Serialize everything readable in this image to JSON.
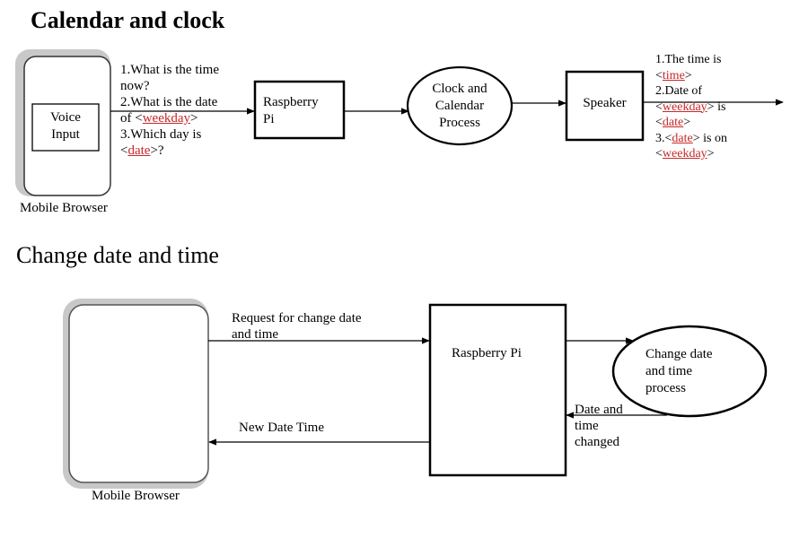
{
  "section1": {
    "title": "Calendar and clock",
    "device_caption": "Mobile Browser",
    "voice_input": [
      "Voice",
      "Input"
    ],
    "questions": [
      "1.What is the time",
      "now?",
      "2.What is the date",
      "of <",
      "weekday",
      ">",
      "3.Which day is",
      "<",
      "date",
      ">?"
    ],
    "raspberry": [
      "Raspberry",
      "Pi"
    ],
    "process": [
      "Clock and",
      "Calendar",
      "Process"
    ],
    "speaker": "Speaker",
    "answers": {
      "line1": "1.The time is",
      "time_tag": "time",
      "line2": "2.Date of",
      "weekday_tag": "weekday",
      "is": "is",
      "date_tag": "date",
      "line3_prefix": "3.<",
      "date_tag2": "date",
      "line3_suffix": "> is on",
      "weekday_tag2": "weekday"
    }
  },
  "section2": {
    "title": "Change date and time",
    "device_caption": "Mobile Browser",
    "request_label": [
      "Request for change date",
      "and time"
    ],
    "new_label": "New Date Time",
    "raspberry": "Raspberry Pi",
    "process": [
      "Change date",
      "and time",
      "process"
    ],
    "changed_label": [
      "Date and",
      "time",
      "changed"
    ]
  }
}
